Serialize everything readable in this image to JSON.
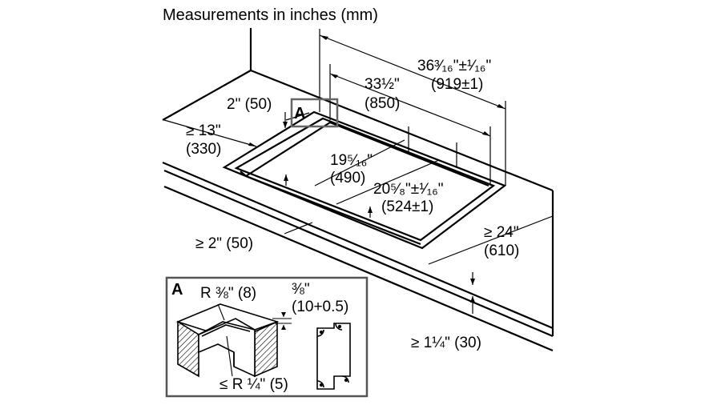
{
  "title": "Measurements in inches (mm)",
  "detail_marker": "A",
  "labels": {
    "width_overall_in": "36³⁄₁₆\"±¹⁄₁₆\"",
    "width_overall_mm": "(919±1)",
    "width_inner_in": "33½\"",
    "width_inner_mm": "(850)",
    "back_clear_in": "2\" (50)",
    "side_clear_in": "≥ 13\"",
    "side_clear_mm": "(330)",
    "depth_inner_in": "19⁵⁄₁₆\"",
    "depth_inner_mm": "(490)",
    "depth_cut_in": "20⁵⁄₈\"±¹⁄₁₆\"",
    "depth_cut_mm": "(524±1)",
    "front_clear": "≥ 2\" (50)",
    "counter_depth_in": "≥ 24\"",
    "counter_depth_mm": "(610)",
    "counter_thick": "≥ 1¼\" (30)"
  },
  "detail": {
    "label": "A",
    "radius_top": "R ⅜\" (8)",
    "ledge_in": "⅜\"",
    "ledge_mm": "(10+0.5)",
    "radius_bottom": "≤ R ¼\" (5)"
  },
  "colors": {
    "line": "#000000",
    "marker_box": "#666666",
    "detail_border": "#555555",
    "hatch": "#000000"
  }
}
